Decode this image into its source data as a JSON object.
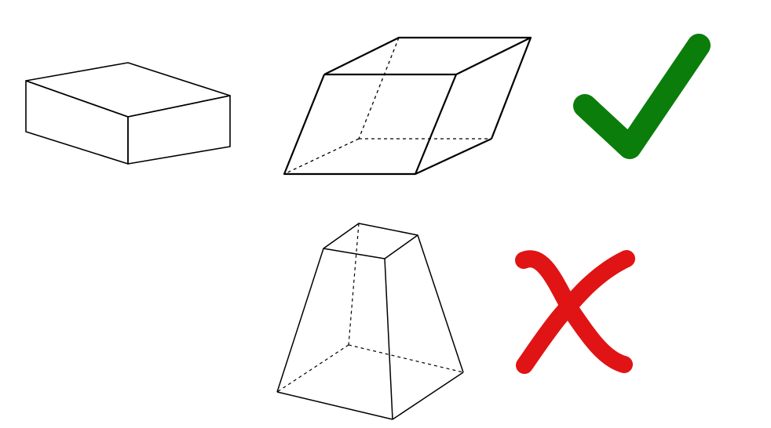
{
  "shapes": [
    {
      "id": "reference",
      "kind": "rectangular-cuboid"
    },
    {
      "id": "candidate-1",
      "kind": "parallelepiped",
      "verdict": "correct"
    },
    {
      "id": "candidate-2",
      "kind": "frustum",
      "verdict": "incorrect"
    }
  ],
  "marks": {
    "correct": {
      "icon": "checkmark-icon",
      "color": "#0a7d0a"
    },
    "incorrect": {
      "icon": "cross-icon",
      "color": "#e01414"
    }
  },
  "colors": {
    "line": "#000000",
    "background": "#ffffff"
  }
}
